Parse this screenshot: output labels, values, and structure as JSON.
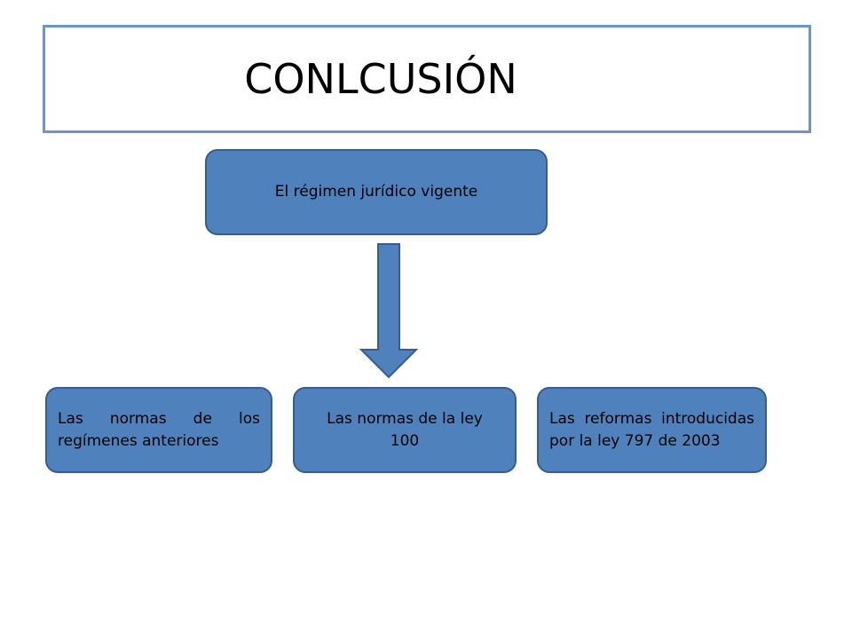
{
  "title": "CONLCUSIÓN",
  "nodes": {
    "top": "El régimen jurídico vigente",
    "left": "Las normas de los regímenes anteriores",
    "middle": "Las normas de la ley 100",
    "right": "Las reformas introducidas por la ley 797 de 2003"
  },
  "edges": [
    {
      "from": "top",
      "to": "middle",
      "style": "block-arrow-down"
    }
  ],
  "colors": {
    "node_fill": "#4f81bd",
    "node_border": "#385d8a",
    "title_border": "#6f94c7",
    "text": "#000000"
  }
}
